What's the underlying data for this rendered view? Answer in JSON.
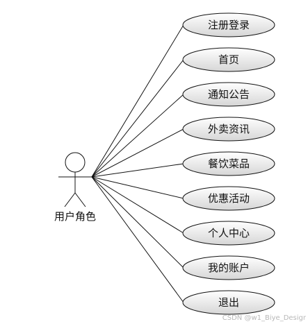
{
  "actor": {
    "label": "用户角色"
  },
  "use_cases": [
    {
      "label": "注册登录"
    },
    {
      "label": "首页"
    },
    {
      "label": "通知公告"
    },
    {
      "label": "外卖资讯"
    },
    {
      "label": "餐饮菜品"
    },
    {
      "label": "优惠活动"
    },
    {
      "label": "个人中心"
    },
    {
      "label": "我的账户"
    },
    {
      "label": "退出"
    }
  ],
  "watermark": "CSDN @w1_Biye_Desigr",
  "colors": {
    "stroke": "#111111",
    "fill_top": "#ffffff",
    "fill_bottom": "#d6d6d6",
    "text": "#111111"
  }
}
